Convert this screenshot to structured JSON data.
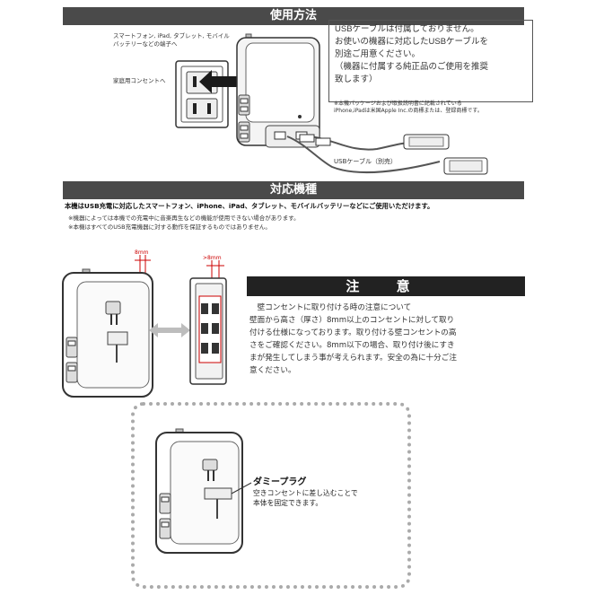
{
  "usage": {
    "heading": "使用方法",
    "label_devices": "スマートフォン, iPad, タブレット, モバイル\nバッテリーなどの端子へ",
    "label_outlet": "家庭用コンセントへ",
    "note_box": "USBケーブルは付属しておりません。\nお使いの機器に対応したUSBケーブルを\n別途ご用意ください。\n（機器に付属する純正品のご使用を推奨\n致します）",
    "trademark": "※本機パッケージおよび取扱説明書に記載されている\niPhone,iPadは米国Apple Inc.の商標または、登録商標です。",
    "cable_label": "USBケーブル（別売）"
  },
  "compat": {
    "heading": "対応機種",
    "main": "本機はUSB充電に対応したスマートフォン、iPhone、iPad、タブレット、モバイルバッテリーなどにご使用いただけます。",
    "note1": "※機器によっては本機での充電中に音楽再生などの機能が使用できない場合があります。",
    "note2": "※本機はすべてのUSB充電機器に対する動作を保証するものではありません。"
  },
  "diagram": {
    "thickness_label": "8mm",
    "outlet_label": ">8mm"
  },
  "caution": {
    "heading": "注 意",
    "body": "　壁コンセントに取り付ける時の注意について\n壁面から高さ（厚さ）8mm以上のコンセントに対して取り\n付ける仕様になっております。取り付ける壁コンセントの高\nさをご確認ください。8mm以下の場合、取り付け後にすき\nまが発生してしまう事が考えられます。安全の為に十分ご注\n意ください。"
  },
  "dummy": {
    "title": "ダミープラグ",
    "desc": "空きコンセントに差し込むことで\n本体を固定できます。"
  }
}
